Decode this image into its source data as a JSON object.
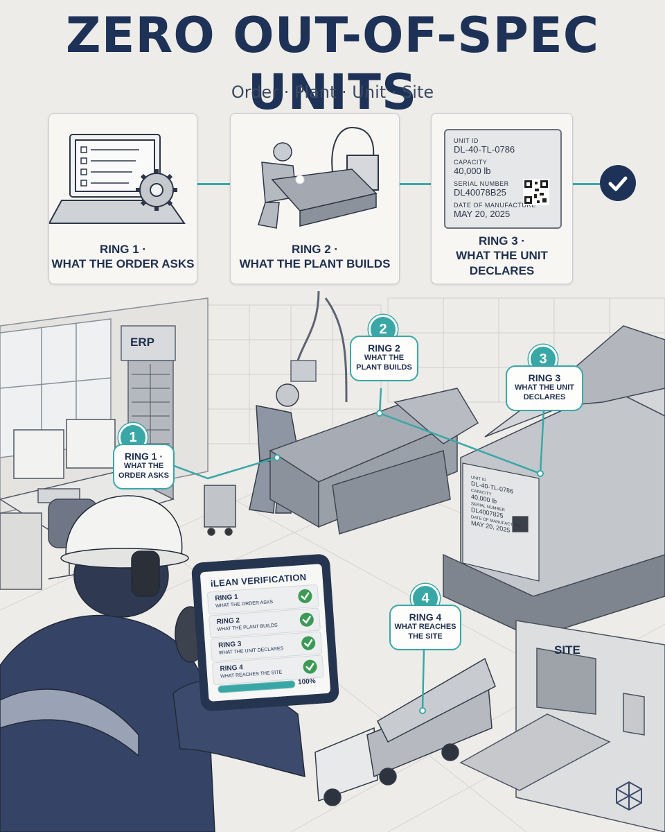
{
  "header": {
    "title": "ZERO OUT-OF-SPEC UNITS",
    "subtitle": "Order · Plant · Unit · Site"
  },
  "cards": [
    {
      "caption_line1": "RING 1 ·",
      "caption_line2": "WHAT THE ORDER ASKS"
    },
    {
      "caption_line1": "RING 2 ·",
      "caption_line2": "WHAT THE PLANT BUILDS"
    },
    {
      "caption_line1": "RING 3 ·",
      "caption_line2": "WHAT THE UNIT",
      "caption_line3": "DECLARES"
    }
  ],
  "plate": {
    "unit_id_label": "UNIT ID",
    "unit_id": "DL-40-TL-0786",
    "capacity_label": "CAPACITY",
    "capacity": "40,000 lb",
    "serial_label": "SERIAL NUMBER",
    "serial": "DL40078B25",
    "date_label": "DATE OF MANUFACTURE",
    "date": "MAY 20, 2025"
  },
  "scene_plate": {
    "unit_id_label": "UNIT ID",
    "unit_id": "DL-40-TL-0786",
    "capacity_label": "CAPACITY",
    "capacity": "40,000 lb",
    "serial_label": "SERIAL NUMBER",
    "serial": "DL4007825",
    "date_label": "DATE OF MANUFACTURE",
    "date": "MAY 20, 2025"
  },
  "signs": {
    "erp": "ERP",
    "site": "SITE"
  },
  "callouts": [
    {
      "num": "1",
      "ring": "RING 1 ·",
      "desc_line1": "WHAT THE",
      "desc_line2": "ORDER ASKS"
    },
    {
      "num": "2",
      "ring": "RING 2",
      "desc_line1": "WHAT THE",
      "desc_line2": "PLANT BUILDS"
    },
    {
      "num": "3",
      "ring": "RING 3",
      "desc_line1": "WHAT THE UNIT",
      "desc_line2": "DECLARES"
    },
    {
      "num": "4",
      "ring": "RING 4",
      "desc_line1": "WHAT REACHES",
      "desc_line2": "THE SITE"
    }
  ],
  "tablet": {
    "title": "iLEAN VERIFICATION",
    "rows": [
      {
        "ring": "RING 1",
        "desc": "WHAT THE ORDER ASKS"
      },
      {
        "ring": "RING 2",
        "desc": "WHAT THE PLANT BUILDS"
      },
      {
        "ring": "RING 3",
        "desc": "WHAT THE UNIT DECLARES"
      },
      {
        "ring": "RING 4",
        "desc": "WHAT REACHES THE SITE"
      }
    ],
    "progress": 1.0,
    "progress_label": "100%"
  },
  "colors": {
    "navy": "#1e3257",
    "teal": "#3aa7a7",
    "check_green": "#3c9a55",
    "background": "#eeece8"
  }
}
